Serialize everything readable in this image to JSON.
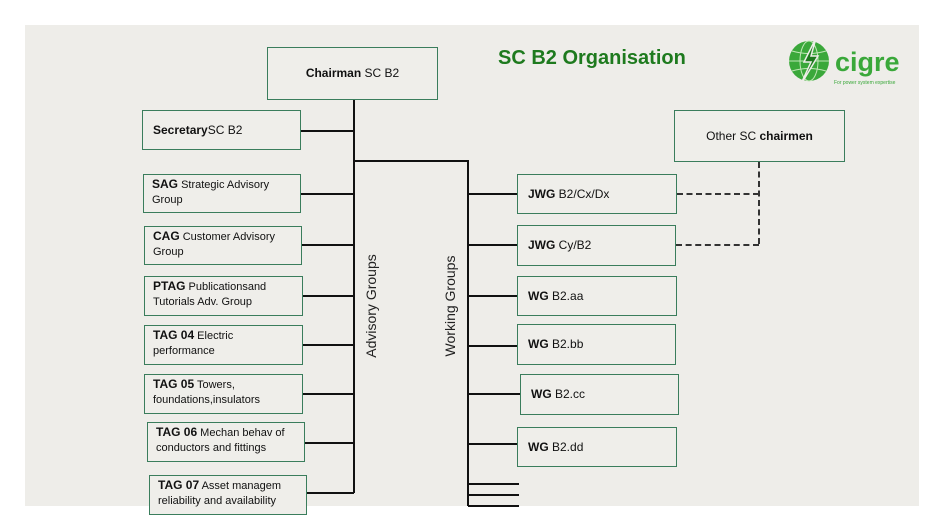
{
  "title": "SC B2 Organisation",
  "logo": {
    "name": "cigre",
    "tagline": "For power system expertise",
    "color": "#3aa83a"
  },
  "chairman": {
    "bold": "Chairman",
    "rest": " SC B2"
  },
  "secretary": {
    "bold": "Secretary",
    "rest": "SC B2"
  },
  "other_sc": {
    "prefix": "Other SC ",
    "bold": "chairmen"
  },
  "advisory_label": "Advisory Groups",
  "working_label": "Working Groups",
  "advisory_groups": [
    {
      "bold": "SAG",
      "rest": " Strategic Advisory Group"
    },
    {
      "bold": "CAG",
      "rest": " Customer Advisory Group"
    },
    {
      "bold": "PTAG",
      "rest": " Publicationsand Tutorials Adv. Group"
    },
    {
      "bold": "TAG 04",
      "rest": " Electric performance"
    },
    {
      "bold": "TAG 05",
      "rest": " Towers, foundations,insulators"
    },
    {
      "bold": "TAG 06",
      "rest": " Mechan behav of conductors and fittings"
    },
    {
      "bold": "TAG 07",
      "rest": " Asset managem reliability and availability"
    }
  ],
  "working_groups": [
    {
      "bold": "JWG",
      "rest": " B2/Cx/Dx"
    },
    {
      "bold": "JWG",
      "rest": " Cy/B2"
    },
    {
      "bold": "WG",
      "rest": " B2.aa"
    },
    {
      "bold": "WG",
      "rest": " B2.bb"
    },
    {
      "bold": "WG",
      "rest": " B2.cc"
    },
    {
      "bold": "WG",
      "rest": " B2.dd"
    }
  ]
}
